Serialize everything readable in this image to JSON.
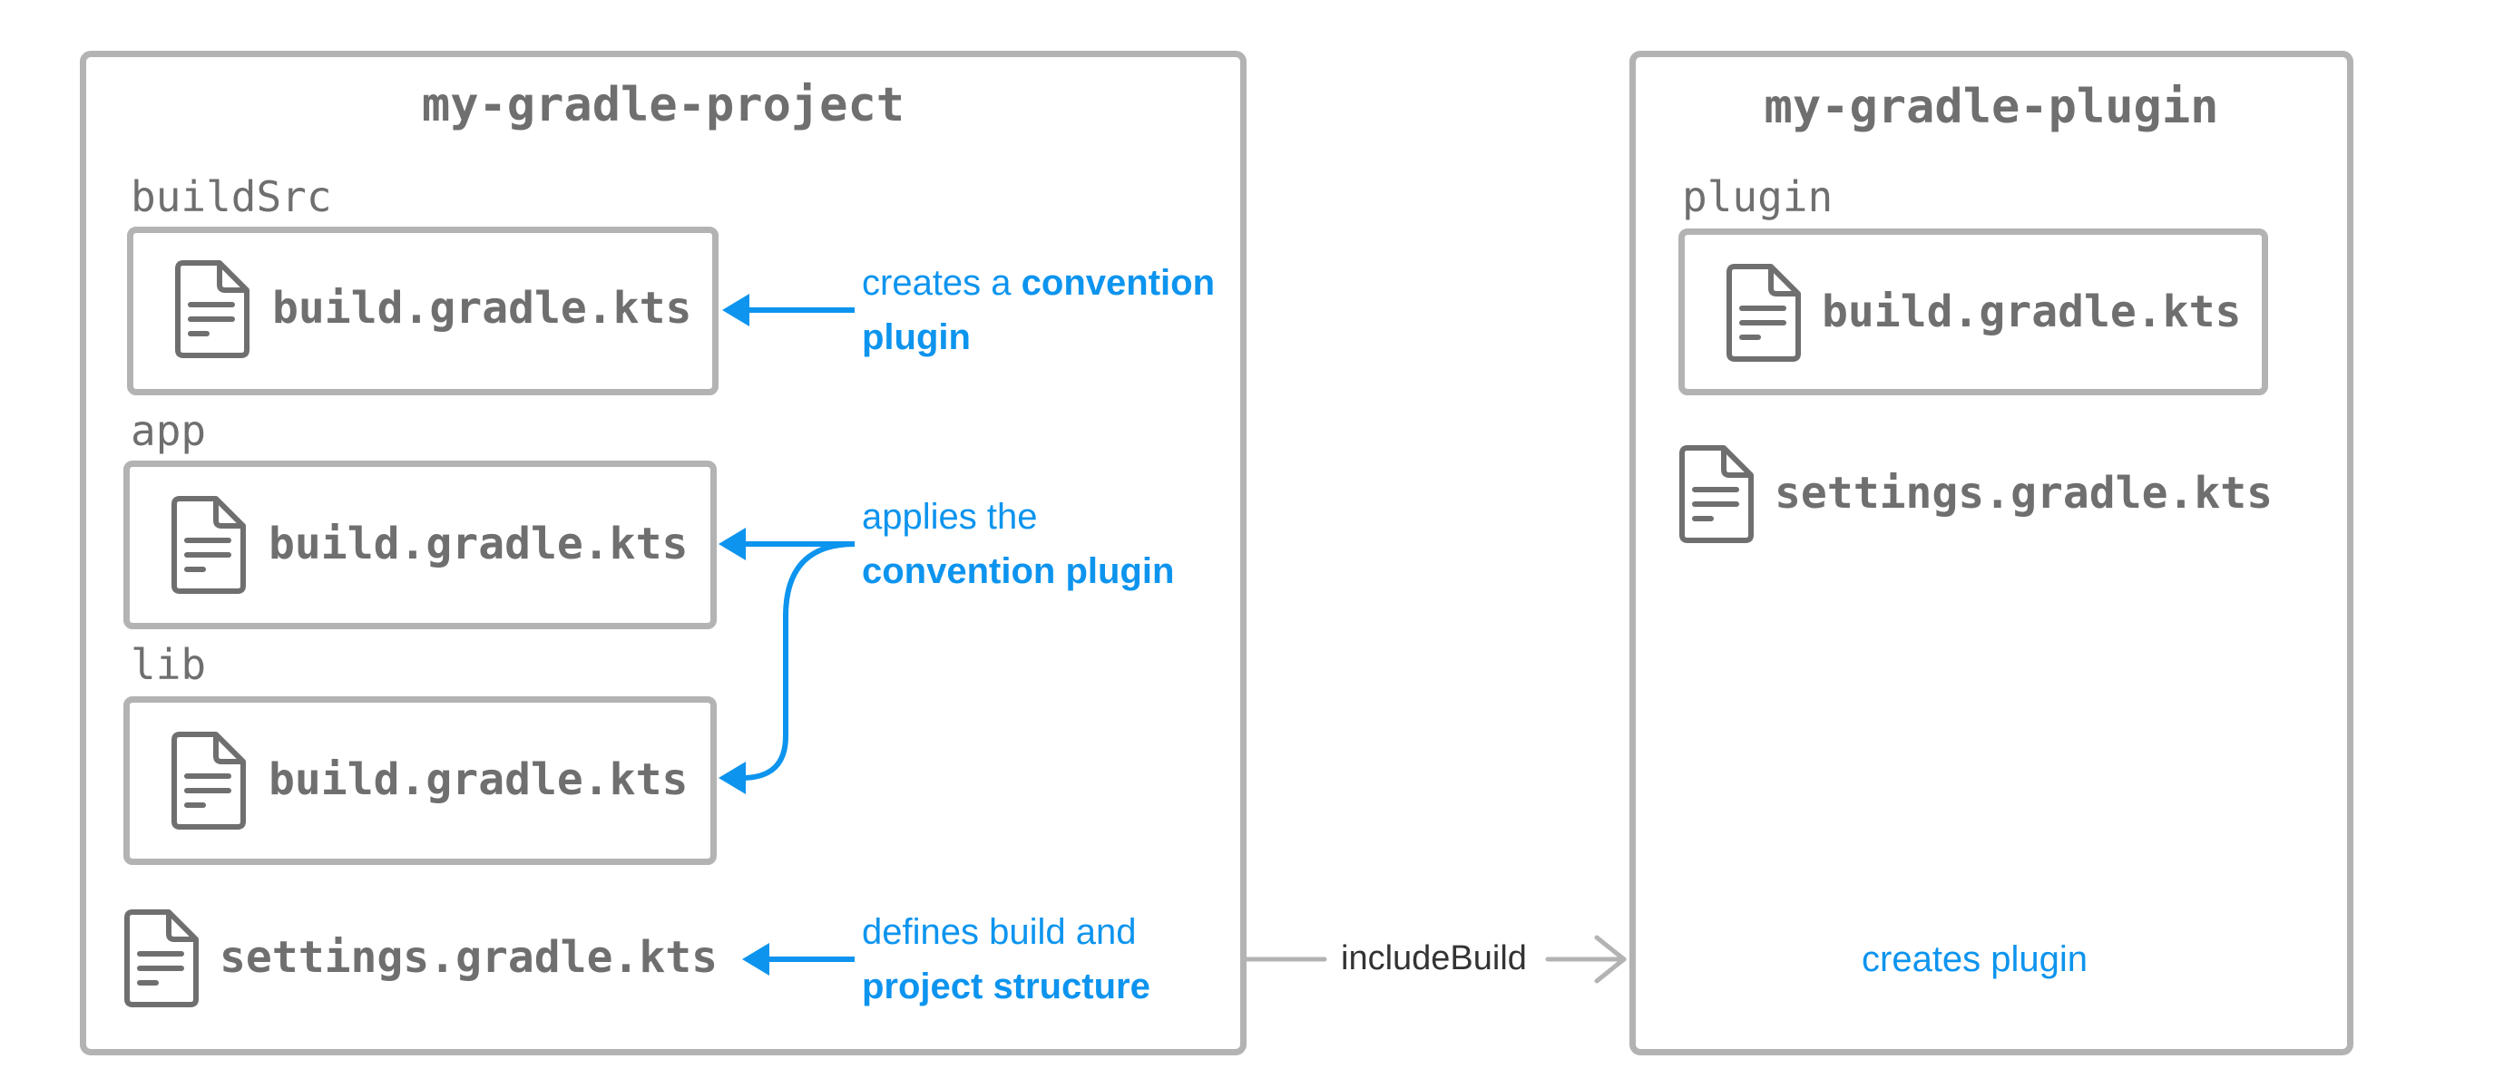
{
  "project": {
    "title": "my-gradle-project",
    "sections": [
      {
        "name": "buildSrc",
        "file": "build.gradle.kts"
      },
      {
        "name": "app",
        "file": "build.gradle.kts"
      },
      {
        "name": "lib",
        "file": "build.gradle.kts"
      }
    ],
    "settings_file": "settings.gradle.kts"
  },
  "plugin_project": {
    "title": "my-gradle-plugin",
    "section": {
      "name": "plugin",
      "file": "build.gradle.kts"
    },
    "settings_file": "settings.gradle.kts",
    "creates_label": "creates plugin"
  },
  "annotations": {
    "creates": {
      "text": "creates a ",
      "bold1": "convention",
      "bold2": "plugin"
    },
    "applies": {
      "text": "applies the",
      "bold": "convention plugin"
    },
    "defines": {
      "text": "defines build and",
      "bold": "project structure"
    }
  },
  "include_build_label": "includeBuild",
  "colors": {
    "accent": "#0d94ee",
    "border": "#b3b3b3",
    "text": "#6f6f6f",
    "arrow_gray": "#b3b3b3"
  },
  "icons": [
    "document-icon"
  ]
}
